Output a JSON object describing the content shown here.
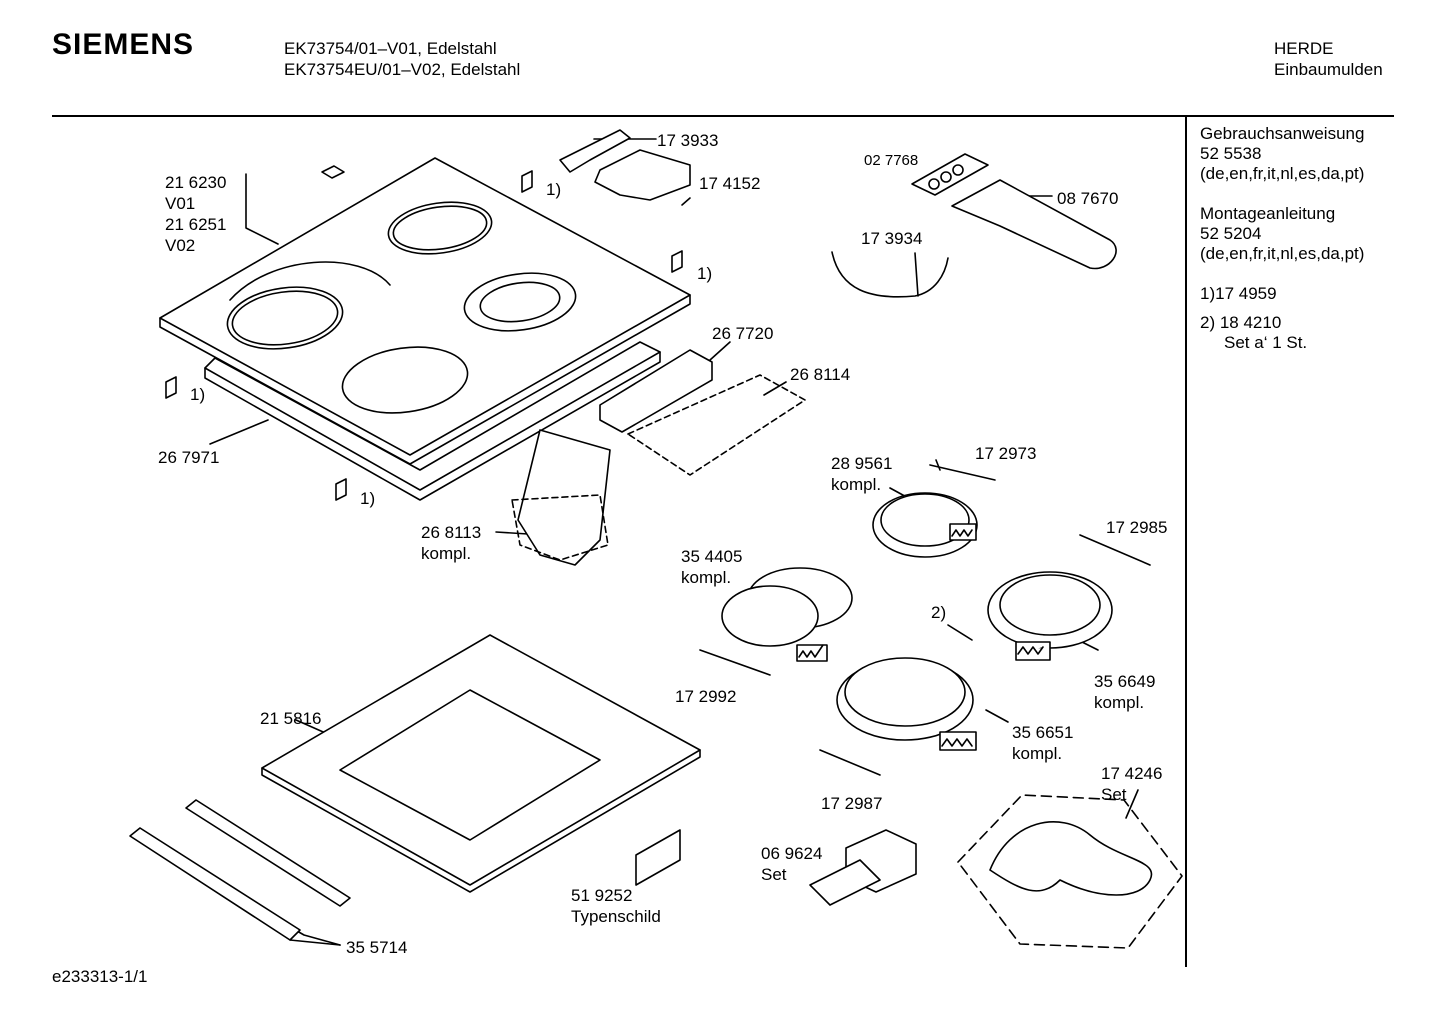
{
  "header": {
    "brand": "SIEMENS",
    "model_line1": "EK73754/01–V01, Edelstahl",
    "model_line2": "EK73754EU/01–V02, Edelstahl",
    "category1": "HERDE",
    "category2": "Einbaumulden"
  },
  "sidebar": {
    "manual_title": "Gebrauchsanweisung",
    "manual_no": "52 5538",
    "manual_langs": "(de,en,fr,it,nl,es,da,pt)",
    "assembly_title": "Montageanleitung",
    "assembly_no": "52 5204",
    "assembly_langs": "(de,en,fr,it,nl,es,da,pt)",
    "note1": "1)17 4959",
    "note2_no": "2)  18 4210",
    "note2_text": "Set a‘ 1 St."
  },
  "parts": {
    "p216230": "21 6230",
    "v01": "V01",
    "p216251": "21 6251",
    "v02": "V02",
    "p173933": "17 3933",
    "p174152": "17 4152",
    "p027768": "02 7768",
    "p087670": "08 7670",
    "p173934": "17 3934",
    "p267720": "26 7720",
    "p268114": "26 8114",
    "p267971": "26 7971",
    "p268113": "26 8113",
    "kompl_a": "kompl.",
    "p289561": "28 9561",
    "kompl_b": "kompl.",
    "p172973": "17 2973",
    "p172985": "17 2985",
    "p354405": "35 4405",
    "kompl_c": "kompl.",
    "p172992": "17 2992",
    "p356649": "35 6649",
    "kompl_d": "kompl.",
    "p356651": "35 6651",
    "kompl_e": "kompl.",
    "p172987": "17 2987",
    "p215816": "21 5816",
    "p174246": "17 4246",
    "set_a": "Set",
    "p069624": "06 9624",
    "set_b": "Set",
    "p519252": "51 9252",
    "typenschild": "Typenschild",
    "p355714": "35 5714",
    "ref1a": "1)",
    "ref1b": "1)",
    "ref1c": "1)",
    "ref1d": "1)",
    "ref2": "2)"
  },
  "footer": {
    "doc_id": "e233313-1/1"
  }
}
